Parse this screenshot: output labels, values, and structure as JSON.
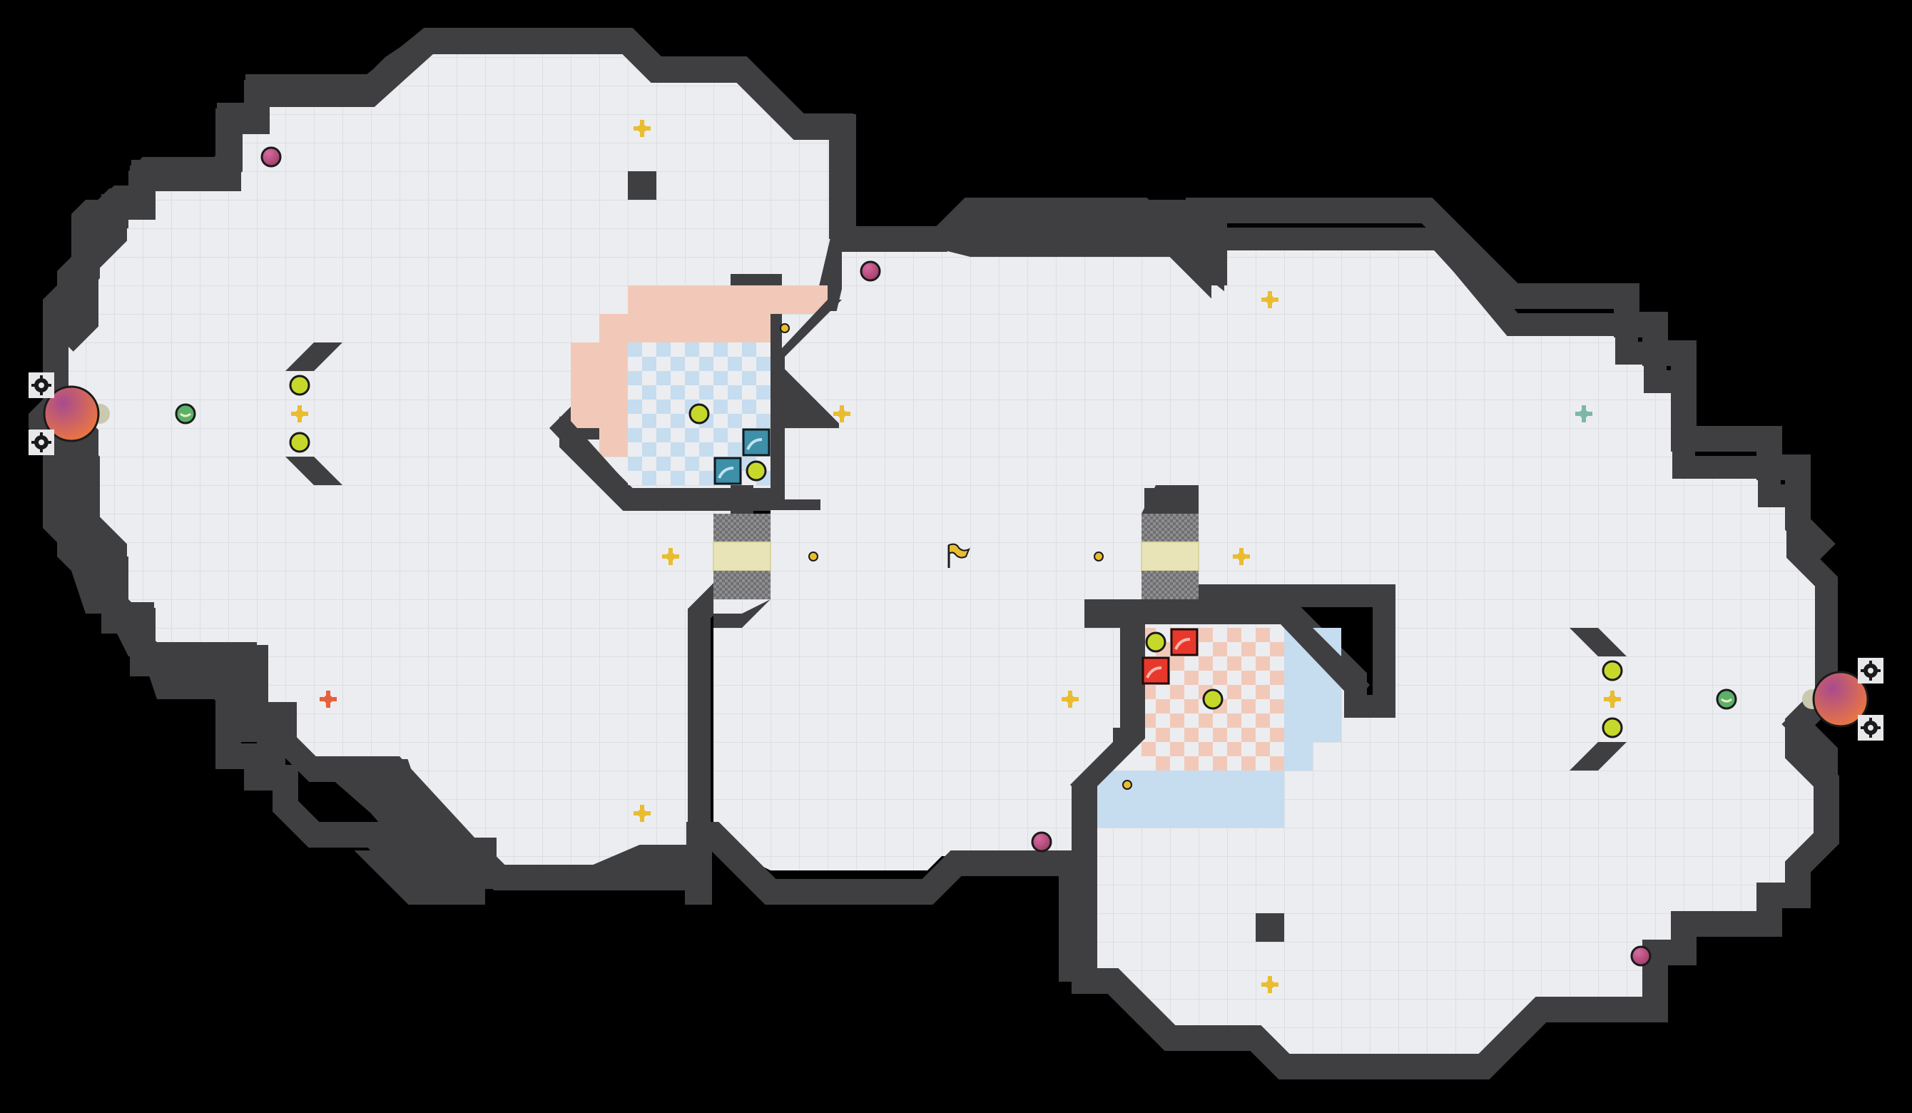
{
  "map": {
    "name": "",
    "background_color": "#000000",
    "floor_color": "#ecedf0",
    "grid_line_color": "#d8d9dd",
    "wall_color": "#3f3f42",
    "wall_edge_color": "#2a2a2c",
    "red_team_tint": "#f2c9b8",
    "blue_team_tint": "#c6dcef"
  },
  "entities": {
    "spawn_balls": [
      {
        "team": "left",
        "color_top": "#c04a7c",
        "color_bottom": "#f2763a"
      },
      {
        "team": "right",
        "color_top": "#c04a7c",
        "color_bottom": "#f2763a"
      }
    ],
    "powerups": {
      "color": "#e9bd2f",
      "count": 9
    },
    "boost_pads": {
      "colors": [
        "#e9bd2f",
        "#7db8a7",
        "#e8603a"
      ]
    },
    "bombs": {
      "color": "#b84a7a"
    },
    "pellets": {
      "color": "#c6d92a"
    },
    "flag": {
      "icon": "flag-icon",
      "color": "#e9bd2f"
    },
    "gates": {
      "colors": [
        "#e8e4b8",
        "#8c8c8c"
      ]
    },
    "team_tiles": {
      "blue_tile": "#3e8fa8",
      "red_tile": "#e8382c"
    },
    "gear_icons": {
      "color": "#ffffff"
    }
  }
}
